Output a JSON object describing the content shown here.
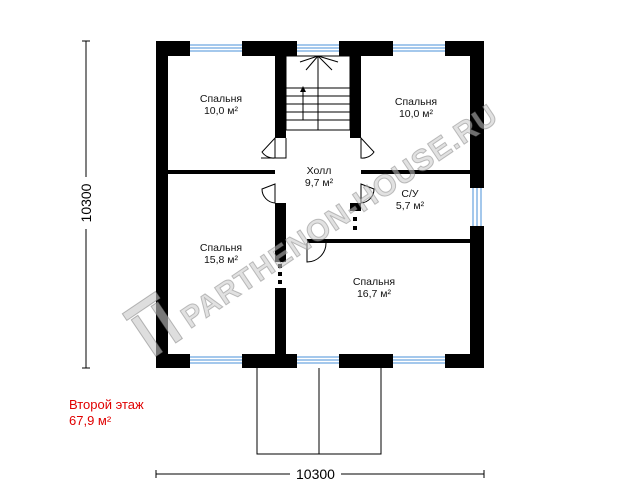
{
  "rooms": [
    {
      "id": "bedroom-1",
      "name": "Спальня",
      "area": "10,0 м²"
    },
    {
      "id": "bedroom-2",
      "name": "Спальня",
      "area": "10,0 м²"
    },
    {
      "id": "hall",
      "name": "Холл",
      "area": "9,7 м²"
    },
    {
      "id": "bathroom",
      "name": "С/У",
      "area": "5,7 м²"
    },
    {
      "id": "bedroom-3",
      "name": "Спальня",
      "area": "15,8 м²"
    },
    {
      "id": "bedroom-4",
      "name": "Спальня",
      "area": "16,7 м²"
    }
  ],
  "caption": {
    "line1": "Второй этаж",
    "line2": "67,9 м²",
    "color": "#e00000"
  },
  "dimensions": {
    "width": "10300",
    "height": "10300"
  },
  "watermark": {
    "text": "PARTHENON-HOUSE.RU"
  },
  "colors": {
    "wall": "#000000",
    "window": "#4a90d9"
  }
}
